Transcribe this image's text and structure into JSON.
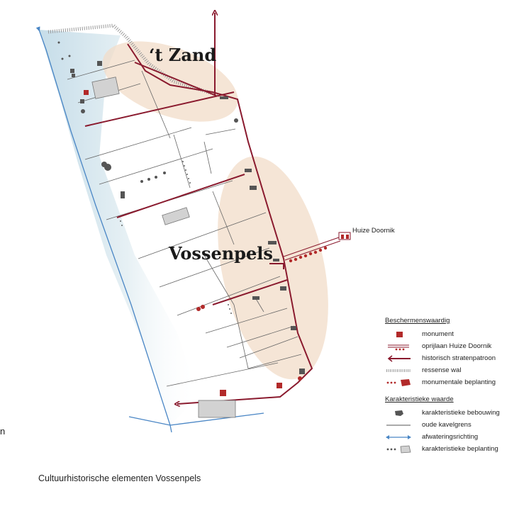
{
  "map": {
    "place_zand": "‘t Zand",
    "place_vossenpels": "Vossenpels",
    "huize_label": "Huize Doornik"
  },
  "legend": {
    "section1_title": "Beschermenswaardig",
    "section1_items": [
      {
        "icon": "monument-icon",
        "label": "monument"
      },
      {
        "icon": "oprijlaan-icon",
        "label": "oprijlaan Huize Doornik"
      },
      {
        "icon": "historic-street-arrow-icon",
        "label": "historisch stratenpatroon"
      },
      {
        "icon": "ressense-wal-icon",
        "label": "ressense wal"
      },
      {
        "icon": "monumental-planting-icon",
        "label": "monumentale beplanting"
      }
    ],
    "section2_title": "Karakteristieke waarde",
    "section2_items": [
      {
        "icon": "characteristic-building-icon",
        "label": "karakteristieke bebouwing"
      },
      {
        "icon": "old-parcel-line-icon",
        "label": "oude kavelgrens"
      },
      {
        "icon": "drainage-arrow-icon",
        "label": "afwateringsrichting"
      },
      {
        "icon": "characteristic-planting-icon",
        "label": "karakteristieke beplanting"
      }
    ]
  },
  "caption": "Cultuurhistorische elementen Vossenpels",
  "edge_text": "n",
  "colors": {
    "historic_street": "#8a1a2e",
    "monument": "#b22a2a",
    "building": "#555555",
    "parcel_line": "#555555",
    "water_blue": "#4a86c5",
    "water_fill": "#cfe3ee",
    "highlight": "#f2dcc8"
  }
}
